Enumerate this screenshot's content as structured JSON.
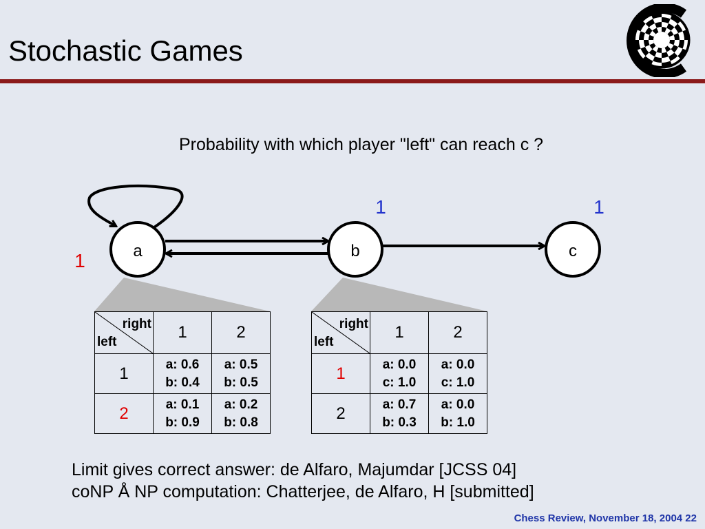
{
  "title": "Stochastic Games",
  "question": "Probability with which player \"left\" can reach c ?",
  "nodes": [
    {
      "id": "a",
      "label": "a",
      "value": "1",
      "value_color": "#e00000"
    },
    {
      "id": "b",
      "label": "b",
      "value": "1",
      "value_color": "#2233cc"
    },
    {
      "id": "c",
      "label": "c",
      "value": "1",
      "value_color": "#2233cc"
    }
  ],
  "tables": [
    {
      "name": "state-a",
      "corner_top": "right",
      "corner_bottom": "left",
      "col_headers": [
        "1",
        "2"
      ],
      "rows": [
        {
          "header": "1",
          "highlight": false,
          "cells": [
            [
              "a: 0.6",
              "b: 0.4"
            ],
            [
              "a: 0.5",
              "b: 0.5"
            ]
          ]
        },
        {
          "header": "2",
          "highlight": true,
          "cells": [
            [
              "a: 0.1",
              "b: 0.9"
            ],
            [
              "a: 0.2",
              "b: 0.8"
            ]
          ]
        }
      ]
    },
    {
      "name": "state-b",
      "corner_top": "right",
      "corner_bottom": "left",
      "col_headers": [
        "1",
        "2"
      ],
      "rows": [
        {
          "header": "1",
          "highlight": true,
          "cells": [
            [
              "a: 0.0",
              "c: 1.0"
            ],
            [
              "a: 0.0",
              "c: 1.0"
            ]
          ]
        },
        {
          "header": "2",
          "highlight": false,
          "cells": [
            [
              "a: 0.7",
              "b: 0.3"
            ],
            [
              "a: 0.0",
              "b: 1.0"
            ]
          ]
        }
      ]
    }
  ],
  "footer_lines": [
    "Limit gives correct answer: de Alfaro, Majumdar [JCSS 04]",
    "coNP Å NP computation: Chatterjee, de Alfaro, H [submitted]"
  ],
  "slide_footer": "Chess Review, November 18, 2004  22",
  "colors": {
    "title_rule": "#8b1a1a",
    "background": "#e4e8f0",
    "footer": "#1f35a8",
    "highlight_red": "#e00000",
    "value_blue": "#2233cc",
    "cone_gray": "#b8b8b8"
  }
}
